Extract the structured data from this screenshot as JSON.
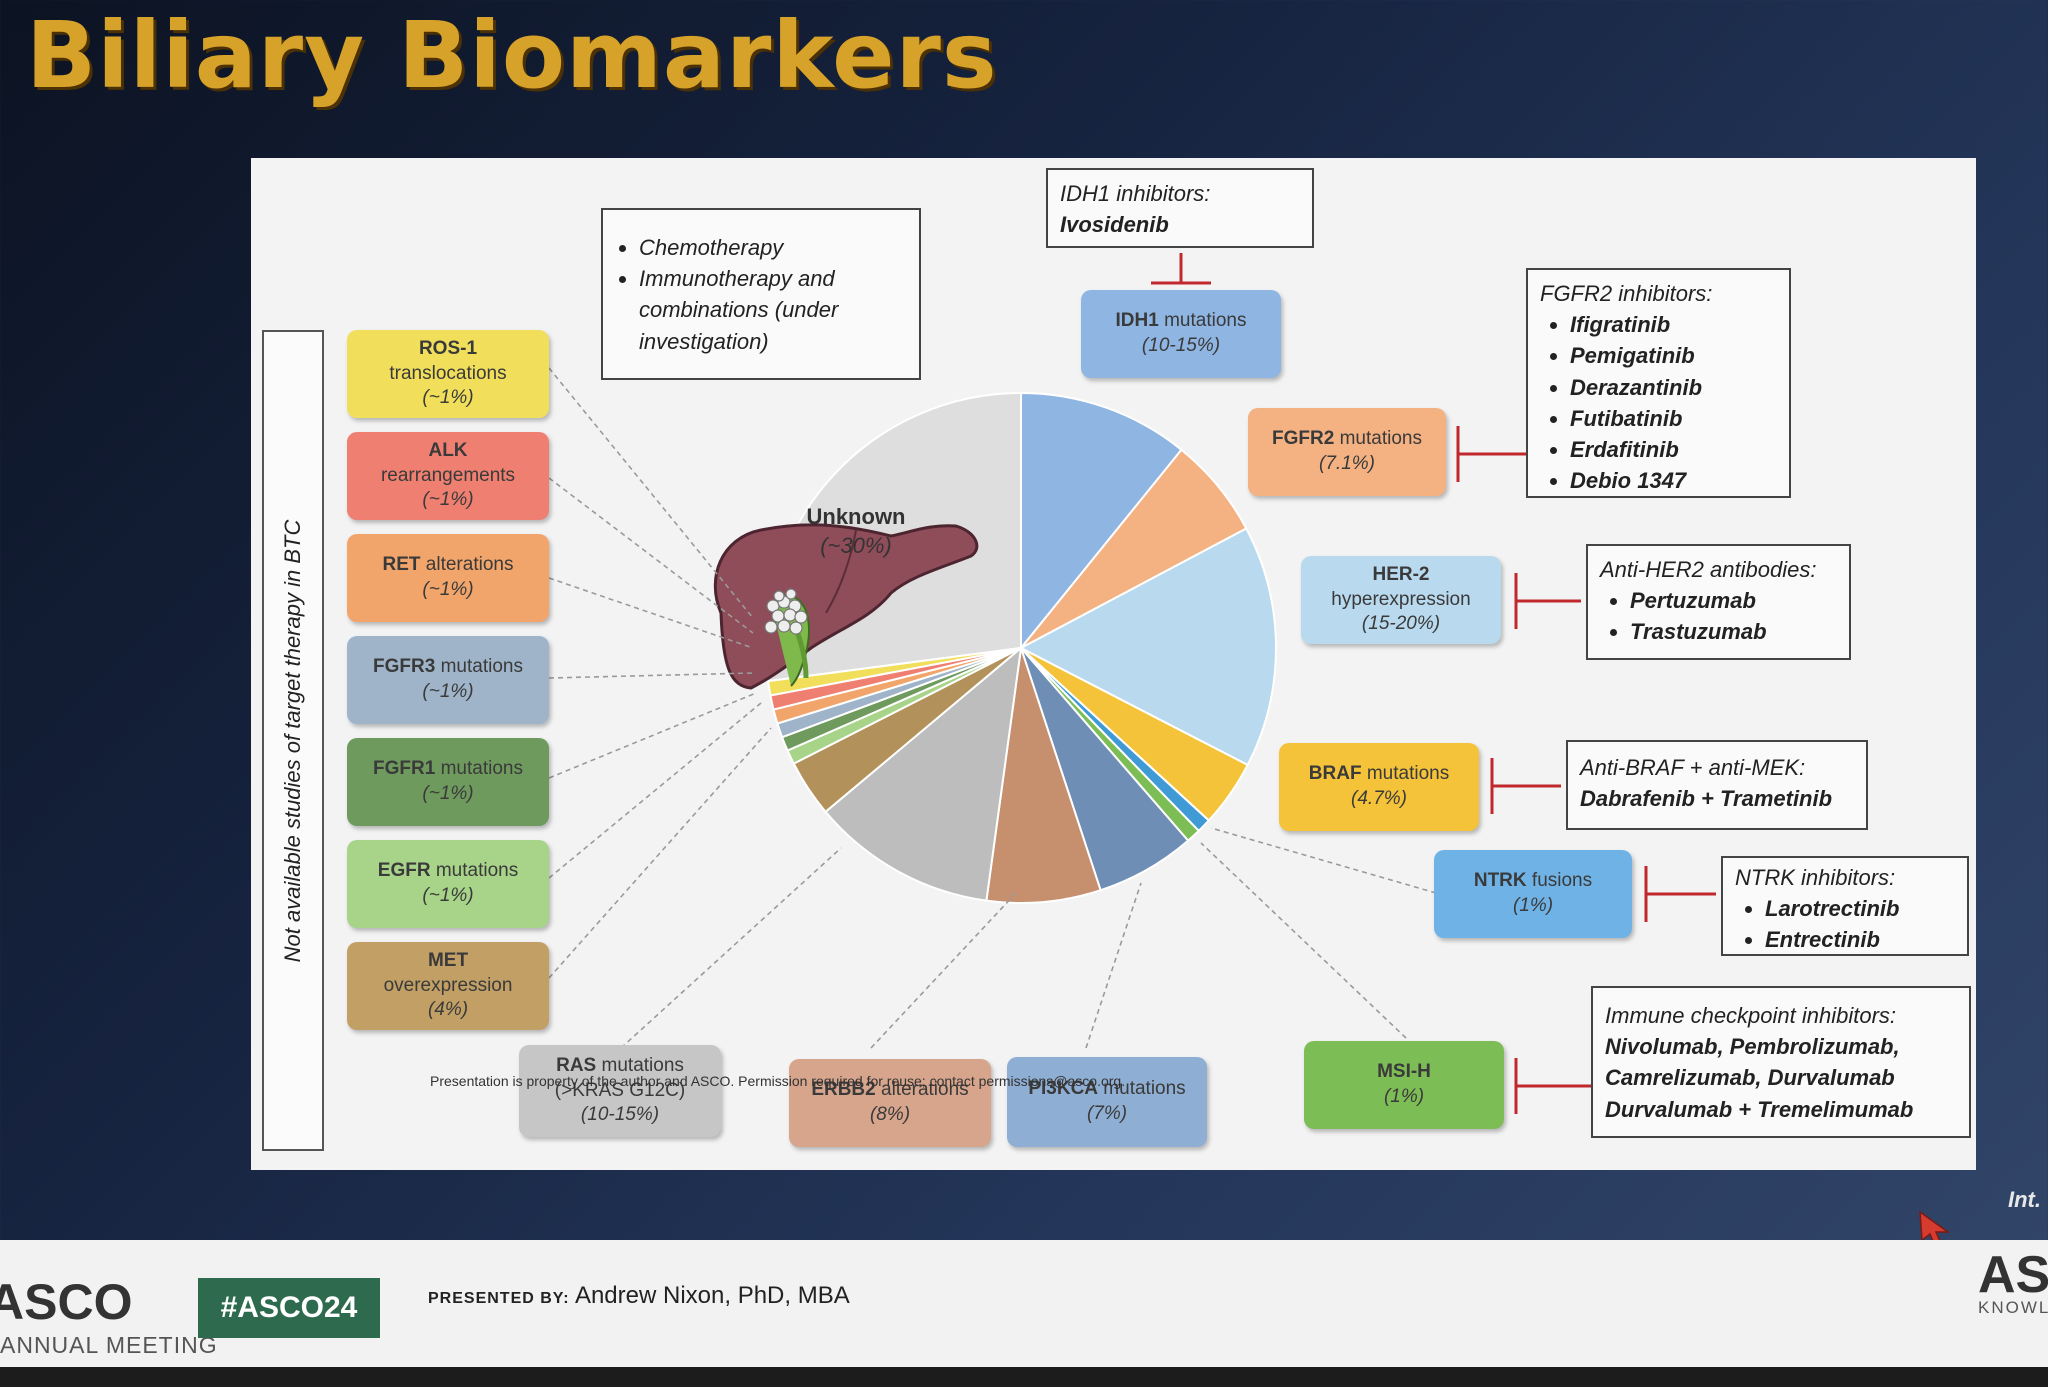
{
  "slide": {
    "title": "Biliary Biomarkers"
  },
  "diagram": {
    "side_label": "Not available studies of target therapy in BTC",
    "unknown": {
      "name": "Unknown",
      "pct": "(~30%)"
    },
    "left_biomarkers": [
      {
        "name": "ROS-1",
        "sub": "translocations",
        "pct": "(~1%)",
        "color": "#f1df5c"
      },
      {
        "name": "ALK",
        "sub": "rearrangements",
        "pct": "(~1%)",
        "color": "#ef7f70"
      },
      {
        "name": "RET",
        "sub": "alterations",
        "pct": "(~1%)",
        "color": "#f1a56b"
      },
      {
        "name": "FGFR3",
        "sub": "mutations",
        "pct": "(~1%)",
        "color": "#9fb4c9"
      },
      {
        "name": "FGFR1",
        "sub": "mutations",
        "pct": "(~1%)",
        "color": "#6f9a5e"
      },
      {
        "name": "EGFR",
        "sub": "mutations",
        "pct": "(~1%)",
        "color": "#a8d48a"
      },
      {
        "name": "MET",
        "sub": "overexpression",
        "pct": "(4%)",
        "color": "#c2a065"
      }
    ],
    "bottom_biomarkers": [
      {
        "name": "RAS",
        "sub": "mutations",
        "sub2": "(>KRAS G12C)",
        "pct": "(10-15%)",
        "color": "#c6c6c6"
      },
      {
        "name": "ERBB2",
        "sub": "alterations",
        "pct": "(8%)",
        "color": "#d6a58c"
      },
      {
        "name": "PI3KCA",
        "sub": "mutations",
        "pct": "(7%)",
        "color": "#8faed3"
      }
    ],
    "right_biomarkers": {
      "idh1": {
        "name": "IDH1",
        "sub": "mutations",
        "pct": "(10-15%)",
        "color": "#8fb5e2"
      },
      "fgfr2": {
        "name": "FGFR2",
        "sub": "mutations",
        "pct": "(7.1%)",
        "color": "#f4b182"
      },
      "her2": {
        "name": "HER-2",
        "sub": "hyperexpression",
        "pct": "(15-20%)",
        "color": "#b9d9ee"
      },
      "braf": {
        "name": "BRAF",
        "sub": "mutations",
        "pct": "(4.7%)",
        "color": "#f4c33a"
      },
      "ntrk": {
        "name": "NTRK",
        "sub": "fusions",
        "pct": "(1%)",
        "color": "#6fb3e6"
      },
      "msih": {
        "name": "MSI-H",
        "pct": "(1%)",
        "color": "#7dbd56"
      }
    },
    "therapy_boxes": {
      "chemo": [
        "Chemotherapy",
        "Immunotherapy and combinations (under investigation)"
      ],
      "idh1": {
        "title": "IDH1 inhibitors:",
        "drug": "Ivosidenib"
      },
      "fgfr2": {
        "title": "FGFR2 inhibitors:",
        "drugs": [
          "Ifigratinib",
          "Pemigatinib",
          "Derazantinib",
          "Futibatinib",
          "Erdafitinib",
          "Debio 1347"
        ]
      },
      "her2": {
        "title": "Anti-HER2 antibodies:",
        "drugs": [
          "Pertuzumab",
          "Trastuzumab"
        ]
      },
      "braf": {
        "title": "Anti-BRAF + anti-MEK:",
        "drug": "Dabrafenib + Trametinib"
      },
      "ntrk": {
        "title": "NTRK inhibitors:",
        "drugs": [
          "Larotrectinib",
          "Entrectinib"
        ]
      },
      "immune": {
        "title": "Immune checkpoint inhibitors:",
        "lines": [
          "Nivolumab, Pembrolizumab,",
          "Camrelizumab, Durvalumab",
          "Durvalumab + Tremelimumab"
        ]
      }
    },
    "pie_segments": [
      {
        "label": "Unknown",
        "value": 30,
        "color": "#dedede"
      },
      {
        "label": "IDH1",
        "value": 12,
        "color": "#8fb5e2"
      },
      {
        "label": "FGFR2",
        "value": 7.1,
        "color": "#f4b182"
      },
      {
        "label": "HER-2",
        "value": 17,
        "color": "#b9d9ee"
      },
      {
        "label": "BRAF",
        "value": 4.7,
        "color": "#f4c33a"
      },
      {
        "label": "NTRK",
        "value": 1,
        "color": "#3f9ad6"
      },
      {
        "label": "MSI-H",
        "value": 1,
        "color": "#7dbd56"
      },
      {
        "label": "PI3KCA",
        "value": 7,
        "color": "#6f8eb5"
      },
      {
        "label": "ERBB2",
        "value": 8,
        "color": "#c6906f"
      },
      {
        "label": "RAS",
        "value": 13,
        "color": "#bdbdbd"
      },
      {
        "label": "MET",
        "value": 4,
        "color": "#b2925a"
      },
      {
        "label": "EGFR",
        "value": 1,
        "color": "#a8d48a"
      },
      {
        "label": "FGFR1",
        "value": 1,
        "color": "#6f9a5e"
      },
      {
        "label": "FGFR3",
        "value": 1,
        "color": "#9fb4c9"
      },
      {
        "label": "RET",
        "value": 1,
        "color": "#f1a56b"
      },
      {
        "label": "ALK",
        "value": 1,
        "color": "#ef7f70"
      },
      {
        "label": "ROS-1",
        "value": 1,
        "color": "#f1df5c"
      }
    ]
  },
  "footer": {
    "brand": "ASCO",
    "brand_sub": "ANNUAL MEETING",
    "hashtag": "#ASCO24",
    "presented_label": "PRESENTED BY:",
    "presenter": "Andrew Nixon, PhD, MBA",
    "disclaimer": "Presentation is property of the author and ASCO. Permission required for reuse; contact permissions@asco.org.",
    "right_brand": "ASCO",
    "right_sub": "KNOWLEDGE",
    "corner_text": "Int."
  },
  "colors": {
    "title": "#d7a22a",
    "inhibit": "#c0282d",
    "hashtag_bg": "#2e6b4e"
  }
}
